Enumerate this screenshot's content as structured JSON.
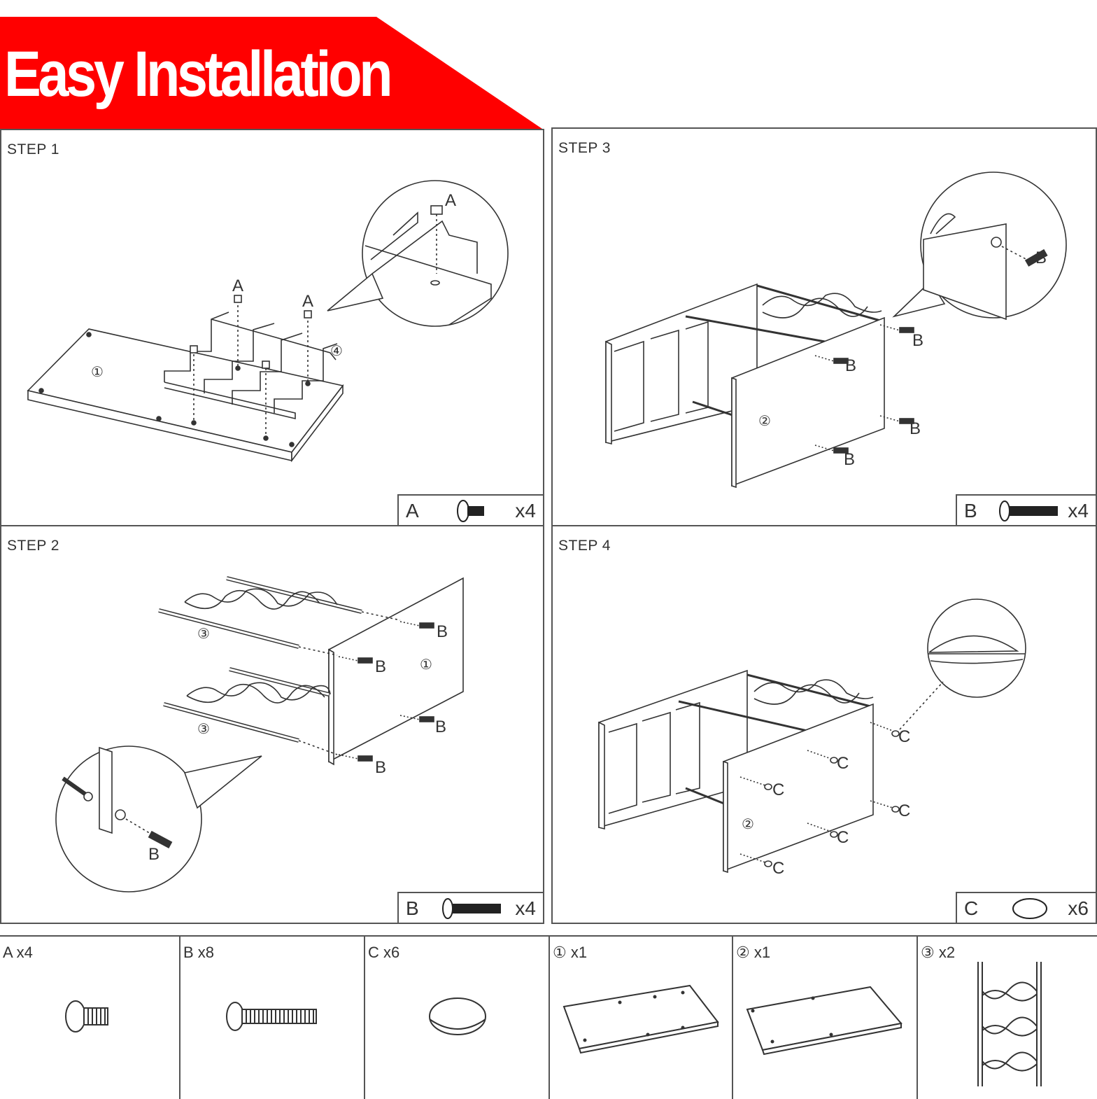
{
  "banner": {
    "title": "Easy Installation",
    "color": "#ff0000"
  },
  "steps": [
    {
      "label": "STEP 1",
      "hardware": {
        "key": "A",
        "icon": "short-screw-icon",
        "qty": "x4"
      },
      "callouts": [
        "A",
        "A",
        "A"
      ],
      "part_numbers": [
        "①",
        "④"
      ]
    },
    {
      "label": "STEP 2",
      "hardware": {
        "key": "B",
        "icon": "long-screw-icon",
        "qty": "x4"
      },
      "callouts": [
        "B",
        "B",
        "B",
        "B",
        "B"
      ],
      "part_numbers": [
        "①",
        "③",
        "③"
      ]
    },
    {
      "label": "STEP 3",
      "hardware": {
        "key": "B",
        "icon": "long-screw-icon",
        "qty": "x4"
      },
      "callouts": [
        "B",
        "B",
        "B",
        "B",
        "B"
      ],
      "part_numbers": [
        "②"
      ]
    },
    {
      "label": "STEP 4",
      "hardware": {
        "key": "C",
        "icon": "felt-pad-icon",
        "qty": "x6"
      },
      "callouts": [
        "C",
        "C",
        "C",
        "C",
        "C",
        "C"
      ],
      "part_numbers": [
        "②"
      ]
    }
  ],
  "parts": [
    {
      "label": "A x4",
      "icon": "short-screw-icon"
    },
    {
      "label": "B x8",
      "icon": "long-screw-icon"
    },
    {
      "label": "C x6",
      "icon": "felt-pad-icon"
    },
    {
      "label": "① x1",
      "icon": "board-1-icon"
    },
    {
      "label": "② x1",
      "icon": "board-2-icon"
    },
    {
      "label": "③ x2",
      "icon": "wine-rack-icon"
    }
  ]
}
